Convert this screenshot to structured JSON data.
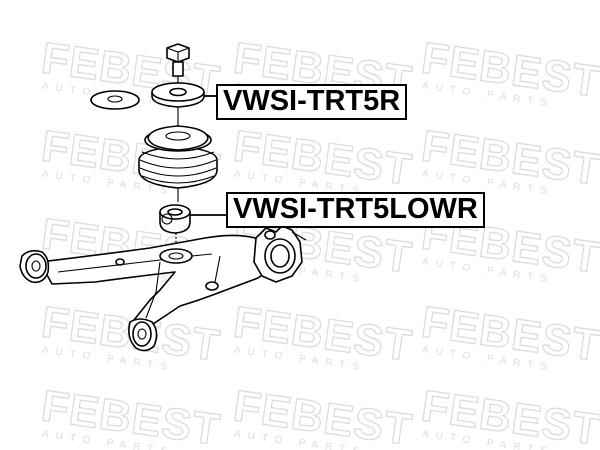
{
  "watermark": {
    "brand": "FEBEST",
    "tagline": "AUTO PARTS",
    "color": "#dcdcdc"
  },
  "callouts": {
    "upper_part": "VWSI-TRT5R",
    "lower_part": "VWSI-TRT5LOWR"
  },
  "colors": {
    "line": "#000000",
    "background": "#ffffff"
  }
}
